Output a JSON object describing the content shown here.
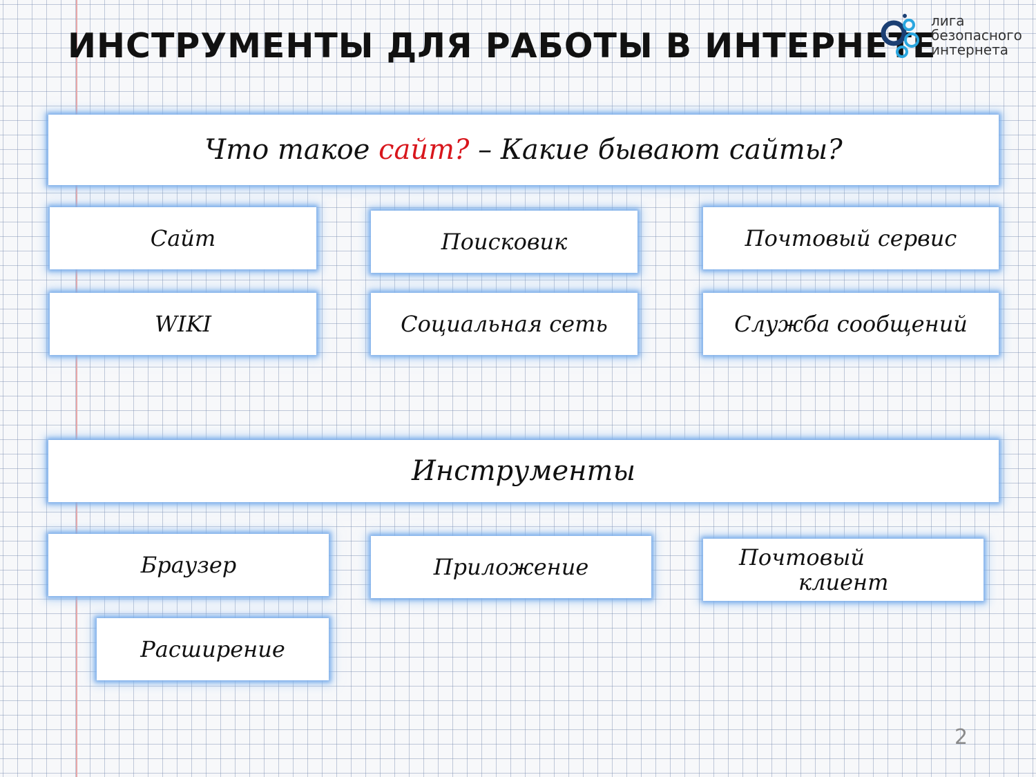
{
  "title": "ИНСТРУМЕНТЫ ДЛЯ РАБОТЫ В  ИНТЕРНЕТЕ",
  "logo": {
    "lines": [
      "лига",
      "безопасного",
      "интернета"
    ],
    "icon": "circles-logo-icon",
    "colors": {
      "dark": "#1b3f73",
      "accent": "#2aa6df"
    }
  },
  "section1": {
    "heading_part1": "Что такое ",
    "heading_accent": "сайт?",
    "heading_part2": " – Какие бывают сайты?",
    "accent_color": "#d8161c",
    "items": [
      "Сайт",
      "Поисковик",
      "Почтовый сервис",
      "WIKI",
      "Социальная сеть",
      "Служба сообщений"
    ]
  },
  "section2": {
    "heading": "Инструменты",
    "items": [
      "Браузер",
      "Приложение",
      "Почтовый",
      "клиент",
      "Расширение"
    ]
  },
  "page_number": "2"
}
